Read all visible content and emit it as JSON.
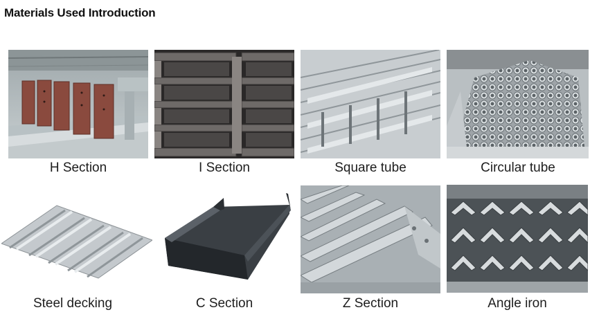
{
  "heading": "Materials Used Introduction",
  "materials": [
    {
      "label": "H Section"
    },
    {
      "label": "I Section"
    },
    {
      "label": "Square tube"
    },
    {
      "label": "Circular tube"
    },
    {
      "label": "Steel decking"
    },
    {
      "label": "C Section"
    },
    {
      "label": "Z Section"
    },
    {
      "label": "Angle iron"
    }
  ]
}
